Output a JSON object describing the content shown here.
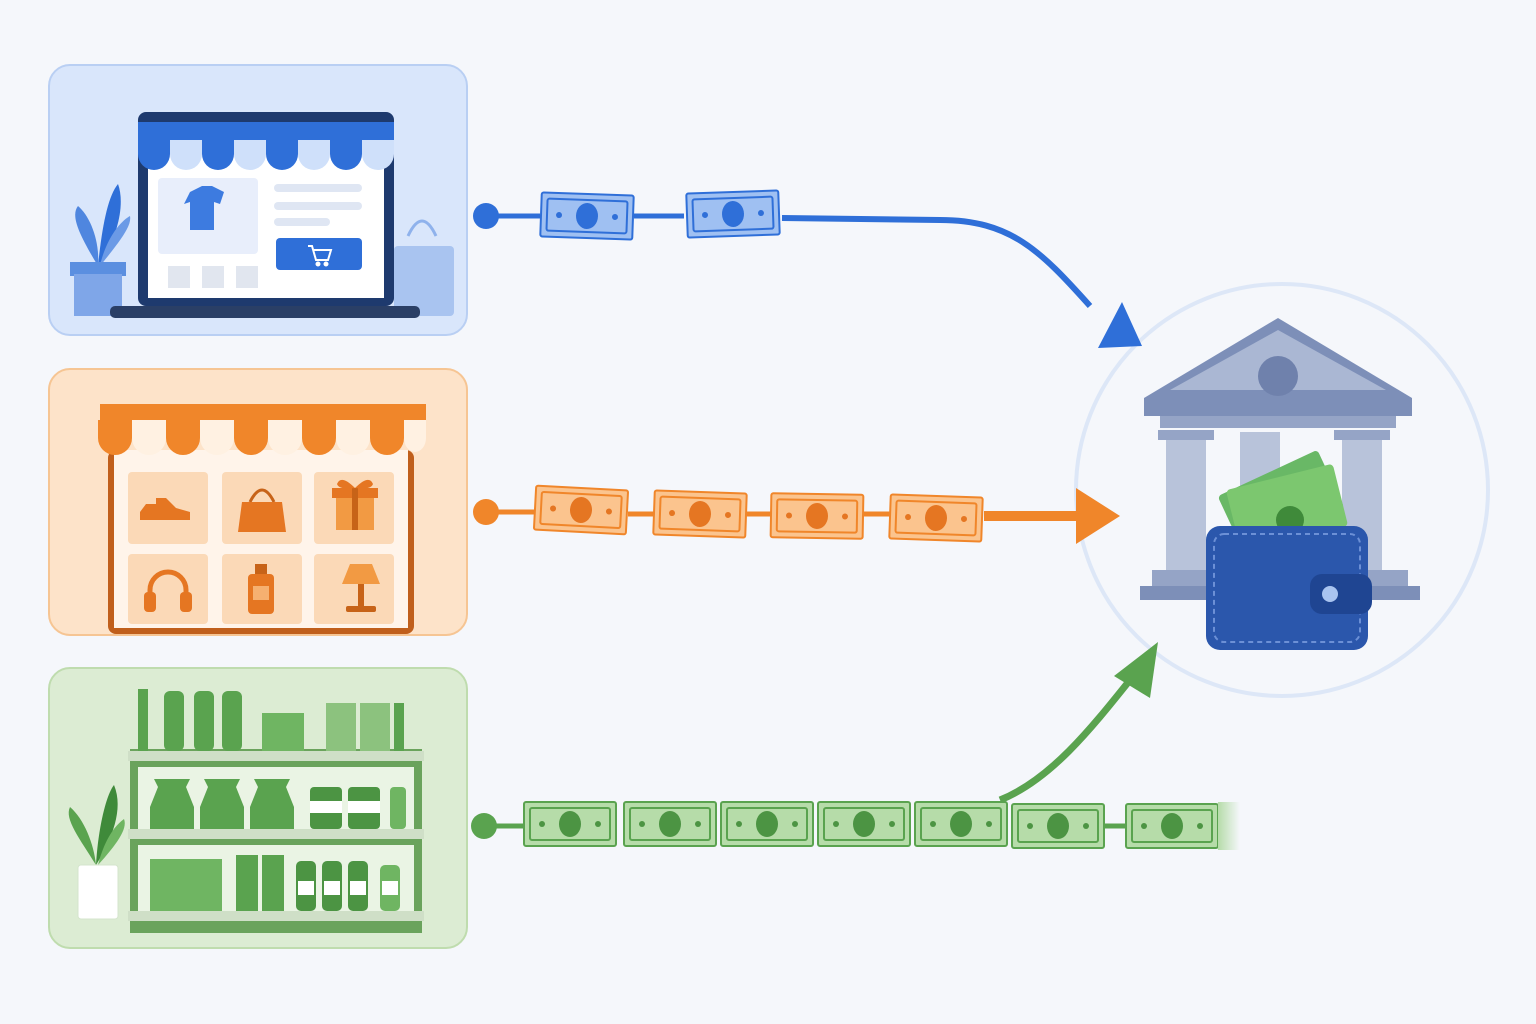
{
  "diagram": {
    "sources": [
      {
        "name": "online-store",
        "color": "#2f6fd8",
        "bills": 2
      },
      {
        "name": "retail-shop",
        "color": "#f0862a",
        "bills": 4
      },
      {
        "name": "grocery-store",
        "color": "#5aa34f",
        "bills": 7
      }
    ],
    "destination": {
      "name": "bank-wallet",
      "icons": [
        "bank-icon",
        "wallet-icon",
        "cash-icon"
      ]
    },
    "shop_items": [
      "shoe-icon",
      "handbag-icon",
      "gift-icon",
      "headphones-icon",
      "bottle-icon",
      "lamp-icon"
    ],
    "colors": {
      "blue": "#2f6fd8",
      "orange": "#f0862a",
      "green": "#5aa34f",
      "bank": "#7d8fb8",
      "wallet": "#2b57ac"
    }
  }
}
